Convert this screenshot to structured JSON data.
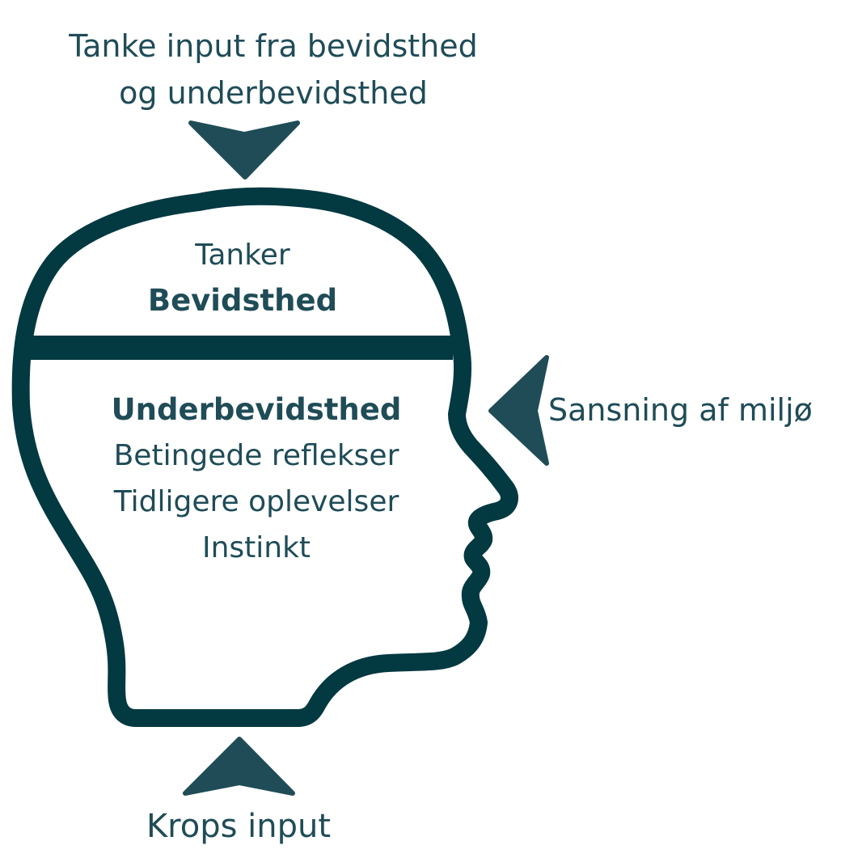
{
  "colors": {
    "outline": "#033941",
    "arrow": "#1f4c57",
    "text": "#1f4c57",
    "background": "#ffffff"
  },
  "icons": {
    "top_arrow": "arrow-down-icon",
    "side_arrow": "arrow-left-icon",
    "bottom_arrow": "arrow-up-icon",
    "head": "head-profile-icon"
  },
  "top_input": {
    "line1": "Tanke input fra bevidsthed",
    "line2": "og underbevidsthed"
  },
  "head": {
    "upper": {
      "line1": "Tanker",
      "line2": "Bevidsthed"
    },
    "lower": {
      "line1": "Underbevidsthed",
      "line2": "Betingede reflekser",
      "line3": "Tidligere oplevelser",
      "line4": "Instinkt"
    }
  },
  "side_input": {
    "label": "Sansning af miljø"
  },
  "bottom_input": {
    "label": "Krops input"
  }
}
